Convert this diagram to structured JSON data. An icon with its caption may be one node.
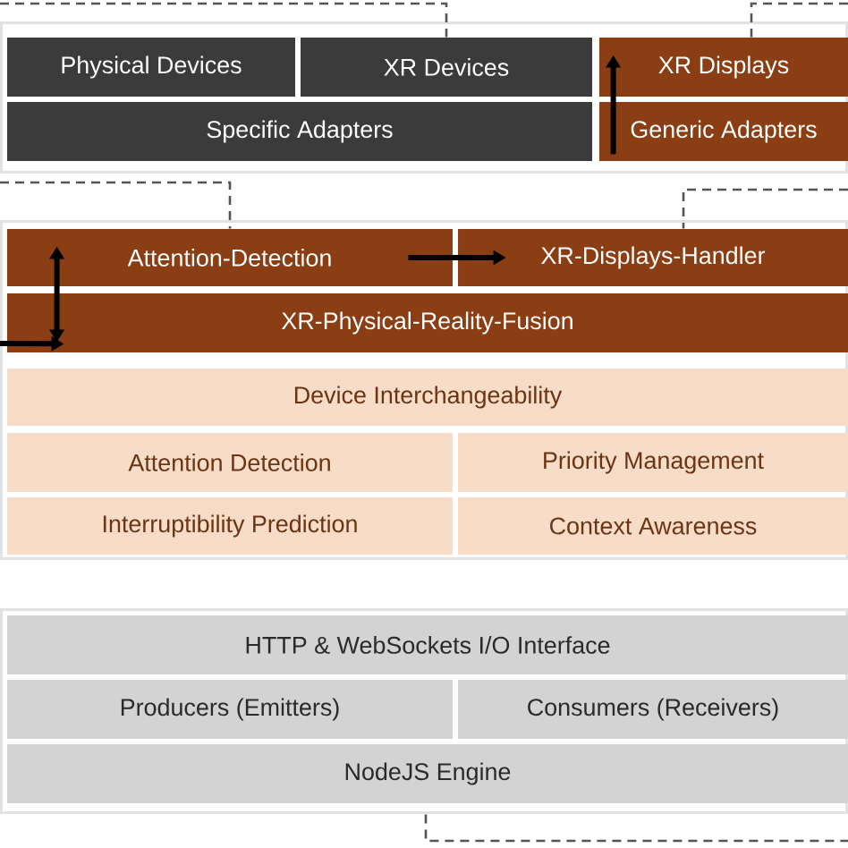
{
  "diagram": {
    "nodes": [
      {
        "text": [],
        "shape": "box"
      },
      {
        "text": [
          "Physical Devices"
        ],
        "in": 0
      },
      {
        "text": [
          "XR Devices"
        ],
        "in": 0
      },
      {
        "text": [
          "XR Displays"
        ],
        "in": 0
      },
      {
        "text": [
          "Specific Adapters"
        ],
        "in": 0
      },
      {
        "text": [
          "Generic Adapters"
        ],
        "in": 0
      },
      {
        "text": [],
        "shape": "box"
      },
      {
        "text": [
          "Attention-Detection"
        ],
        "in": 6
      },
      {
        "text": [
          "XR-Displays-Handler"
        ],
        "in": 6
      },
      {
        "text": [
          "XR-Physical-Reality-Fusion"
        ],
        "in": 6
      },
      {
        "text": [
          "Device Interchangeability"
        ],
        "in": 6
      },
      {
        "text": [
          "Attention Detection"
        ],
        "in": 6
      },
      {
        "text": [
          "Priority Management"
        ],
        "in": 6
      },
      {
        "text": [
          "Interruptibility Prediction"
        ],
        "in": 6
      },
      {
        "text": [
          "Context Awareness"
        ],
        "in": 6
      },
      {
        "text": [],
        "shape": "box"
      },
      {
        "text": [
          "HTTP & WebSockets I/O Interface"
        ],
        "in": 15
      },
      {
        "text": [
          "Producers (Emitters)"
        ],
        "in": 15
      },
      {
        "text": [
          "Consumers (Receivers)"
        ],
        "in": 15
      },
      {
        "text": [
          "NodeJS Engine"
        ],
        "in": 15
      }
    ],
    "edges": [
      {
        "from": null,
        "to": 2,
        "arrow": "none",
        "style": "dashed",
        "color": "#555555"
      },
      {
        "from": null,
        "to": 3,
        "arrow": "none",
        "style": "dashed",
        "color": "#555555"
      },
      {
        "from": 0,
        "to": 7,
        "arrow": "none",
        "style": "dashed",
        "color": "#555555"
      },
      {
        "from": 0,
        "to": 8,
        "arrow": "none",
        "style": "dashed",
        "color": "#555555"
      },
      {
        "from": 19,
        "to": null,
        "arrow": "none",
        "style": "dashed",
        "color": "#555555"
      },
      {
        "from": 5,
        "to": 3,
        "arrow": "to",
        "style": "thick"
      },
      {
        "from": 7,
        "to": 8,
        "arrow": "to",
        "style": "thick"
      },
      {
        "from": 7,
        "to": 9,
        "arrow": "both",
        "style": "thick"
      },
      {
        "from": null,
        "to": 9,
        "arrow": "to",
        "style": "thick"
      }
    ]
  }
}
